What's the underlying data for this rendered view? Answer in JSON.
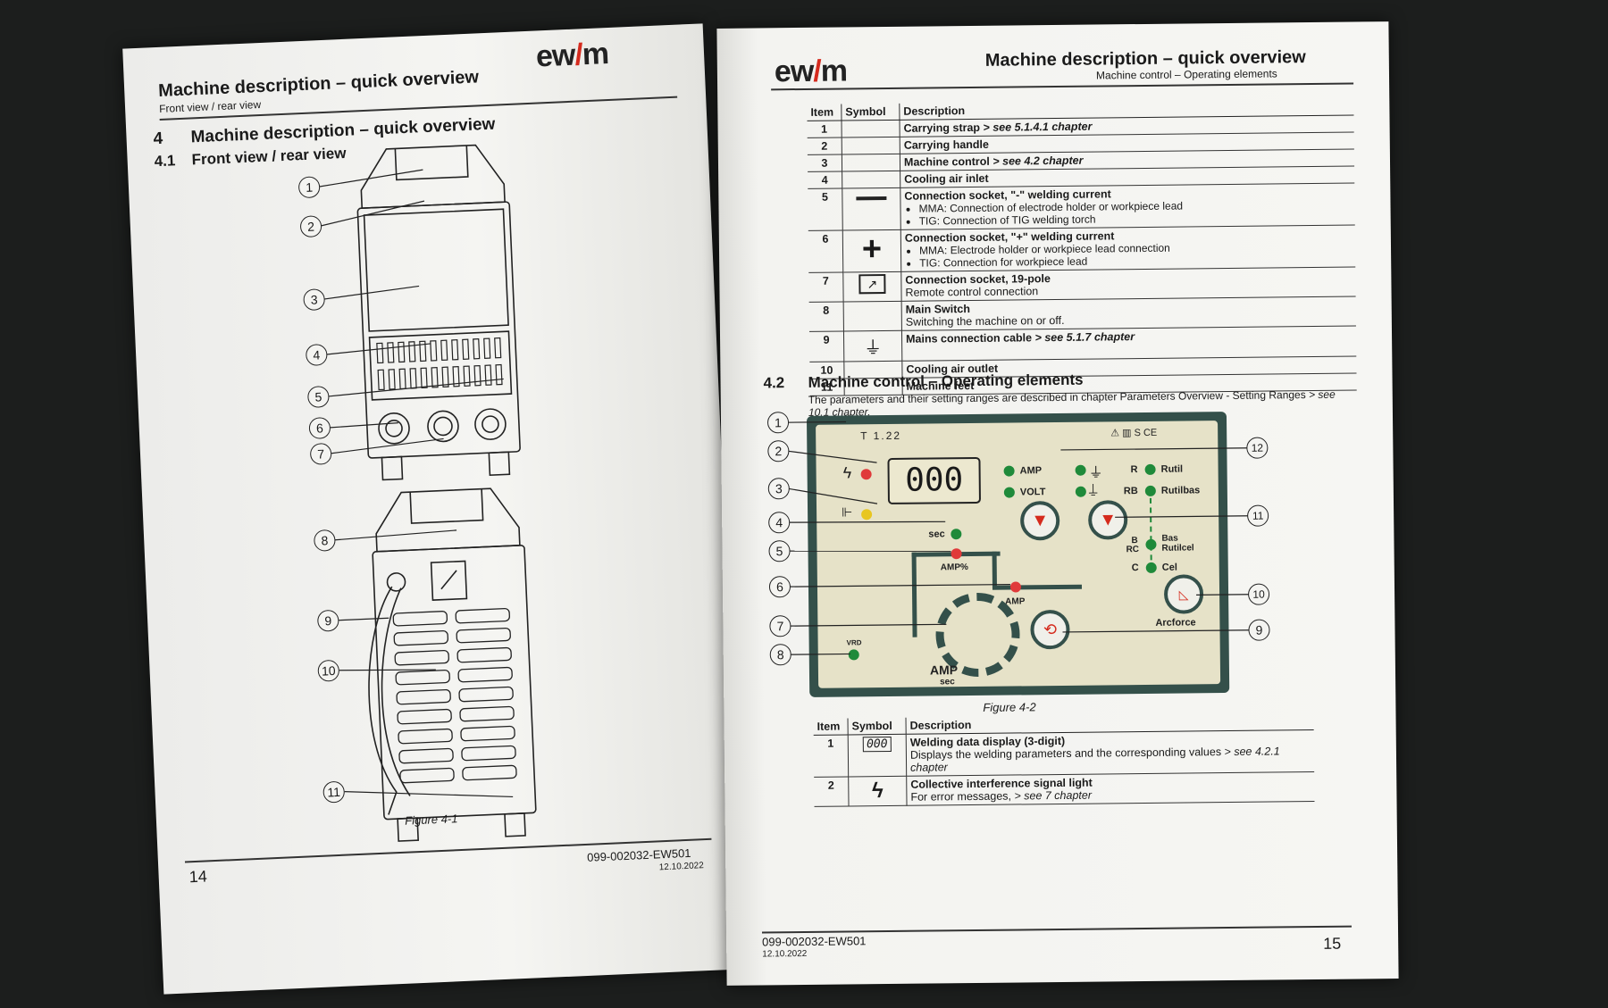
{
  "left_page": {
    "logo": "ewm",
    "header_title": "Machine description – quick overview",
    "header_sub": "Front view / rear view",
    "section_number": "4",
    "section_title": "Machine description – quick overview",
    "subsection_number": "4.1",
    "subsection_title": "Front view / rear view",
    "figure_caption": "Figure 4-1",
    "page_number": "14",
    "doc_number": "099-002032-EW501",
    "doc_date": "12.10.2022",
    "callouts": [
      "1",
      "2",
      "3",
      "4",
      "5",
      "6",
      "7",
      "8",
      "9",
      "10",
      "11"
    ]
  },
  "right_page": {
    "logo": "ewm",
    "header_title": "Machine description – quick overview",
    "header_sub": "Machine control – Operating elements",
    "table_headers": {
      "item": "Item",
      "symbol": "Symbol",
      "description": "Description"
    },
    "table1": [
      {
        "item": "1",
        "title": "Carrying strap",
        "ref": " > see 5.1.4.1 chapter",
        "lines": []
      },
      {
        "item": "2",
        "title": "Carrying handle",
        "ref": "",
        "lines": []
      },
      {
        "item": "3",
        "title": "Machine control",
        "ref": " > see 4.2 chapter",
        "lines": []
      },
      {
        "item": "4",
        "title": "Cooling air inlet",
        "ref": "",
        "lines": []
      },
      {
        "item": "5",
        "symbol": "minus",
        "title": "Connection socket, \"-\" welding current",
        "ref": "",
        "bullets": [
          "MMA: Connection of electrode holder or workpiece lead",
          "TIG: Connection of TIG welding torch"
        ]
      },
      {
        "item": "6",
        "symbol": "plus",
        "title": "Connection socket, \"+\" welding current",
        "ref": "",
        "bullets": [
          "MMA: Electrode holder or workpiece lead connection",
          "TIG: Connection for workpiece lead"
        ]
      },
      {
        "item": "7",
        "symbol": "remote",
        "title": "Connection socket, 19-pole",
        "ref": "",
        "plain": "Remote control connection"
      },
      {
        "item": "8",
        "title": "Main Switch",
        "ref": "",
        "plain": "Switching the machine on or off."
      },
      {
        "item": "9",
        "symbol": "plug",
        "title": "Mains connection cable",
        "ref": " > see 5.1.7 chapter"
      },
      {
        "item": "10",
        "title": "Cooling air outlet",
        "ref": ""
      },
      {
        "item": "11",
        "title": "Machine feet",
        "ref": ""
      }
    ],
    "section_number": "4.2",
    "section_title": "Machine control – Operating elements",
    "section_intro": "The parameters and their setting ranges are described in chapter Parameters Overview - Setting Ranges",
    "section_intro_ref": " > see 10.1 chapter.",
    "panel": {
      "version": "T 1.22",
      "display": "000",
      "amp": "AMP",
      "volt": "VOLT",
      "sec": "sec",
      "amp_pct": "AMP%",
      "amp2": "AMP",
      "amp_big": "AMP",
      "sec_big": "sec",
      "vrd": "VRD",
      "r": "R",
      "rutil": "Rutil",
      "rb": "RB",
      "rutilbas": "Rutilbas",
      "b": "B",
      "rc": "RC",
      "bas": "Bas",
      "rutilcel": "Rutilcel",
      "c": "C",
      "cel": "Cel",
      "arcforce": "Arcforce",
      "marks": "⚠ ▥ S CE"
    },
    "callouts_left": [
      "1",
      "2",
      "3",
      "4",
      "5",
      "6",
      "7",
      "8"
    ],
    "callouts_right": [
      "12",
      "11",
      "10",
      "9"
    ],
    "figure_caption": "Figure 4-2",
    "table2": [
      {
        "item": "1",
        "symbol": "000",
        "title": "Welding data display (3-digit)",
        "plain": "Displays the welding parameters and the corresponding values",
        "ref": " > see 4.2.1 chapter"
      },
      {
        "item": "2",
        "symbol": "ϟ",
        "title": "Collective interference signal light",
        "plain": "For error messages,",
        "ref": " > see 7 chapter"
      }
    ],
    "doc_number": "099-002032-EW501",
    "doc_date": "12.10.2022",
    "page_number": "15"
  }
}
